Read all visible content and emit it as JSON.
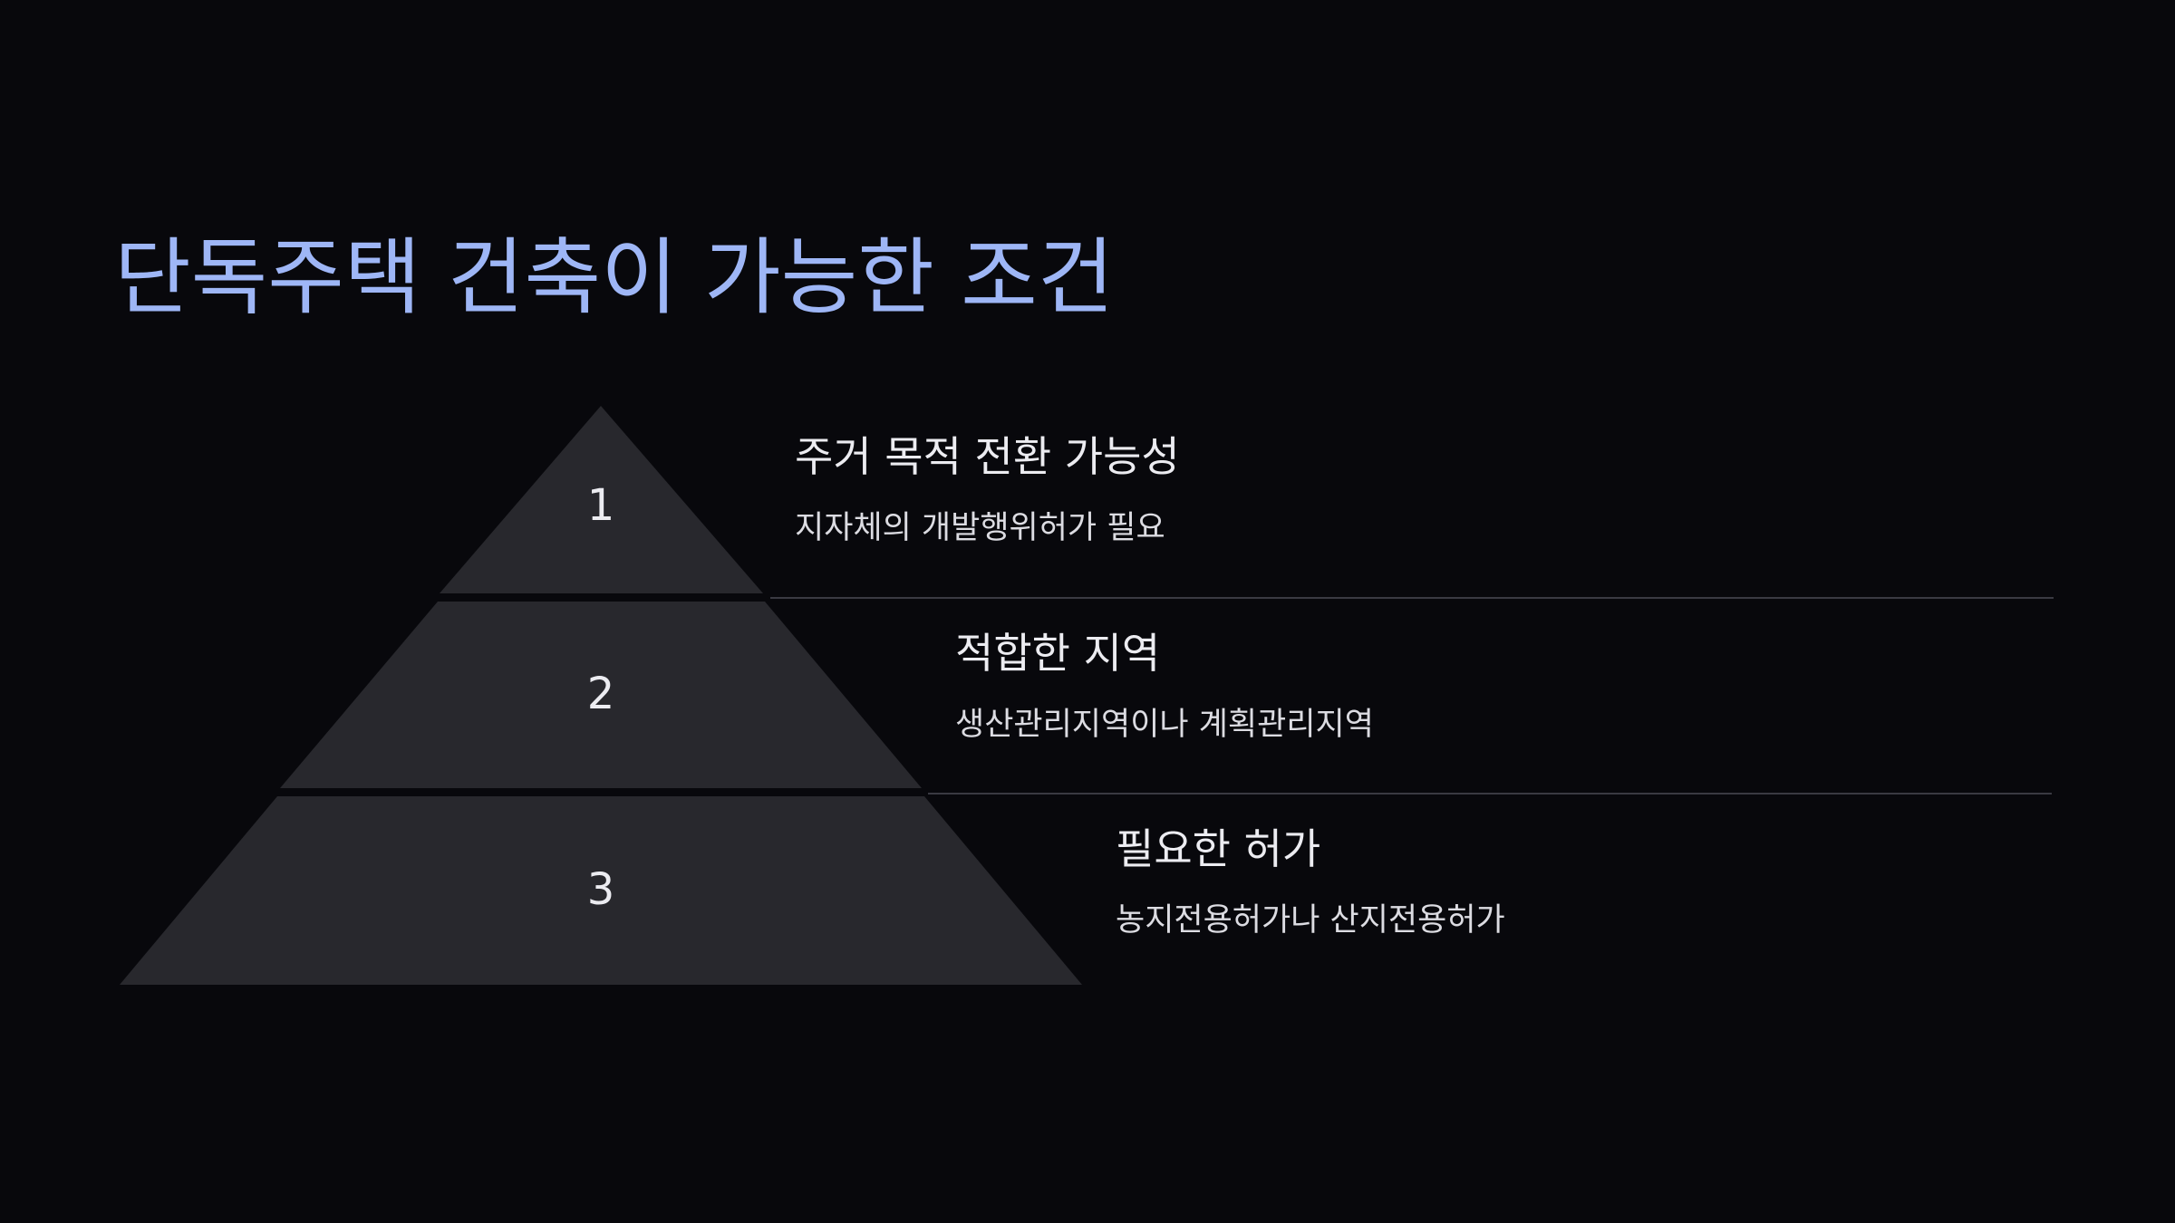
{
  "slide": {
    "title": "단독주택 건축이 가능한 조건",
    "colors": {
      "background": "#08080c",
      "title": "#9eb6f6",
      "tier_fill": "#28282d",
      "text": "#ececf1",
      "divider": "#3a3a42"
    }
  },
  "tiers": [
    {
      "number": "1",
      "heading": "주거 목적 전환 가능성",
      "description": "지자체의 개발행위허가 필요"
    },
    {
      "number": "2",
      "heading": "적합한 지역",
      "description": "생산관리지역이나 계획관리지역"
    },
    {
      "number": "3",
      "heading": "필요한 허가",
      "description": "농지전용허가나 산지전용허가"
    }
  ]
}
